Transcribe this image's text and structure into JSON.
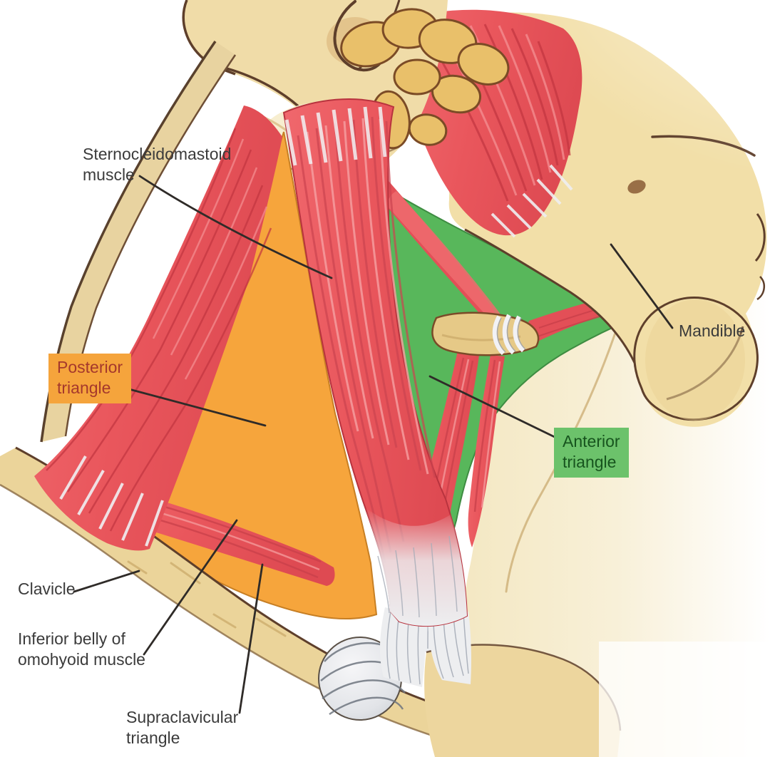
{
  "labels": {
    "sternocleidomastoid_muscle": {
      "lines": [
        "Sternocleidomastoid",
        "muscle"
      ]
    },
    "posterior_triangle": {
      "lines": [
        "Posterior",
        "triangle"
      ]
    },
    "mandible": {
      "text": "Mandible"
    },
    "anterior_triangle": {
      "lines": [
        "Anterior",
        "triangle"
      ]
    },
    "clavicle": {
      "text": "Clavicle"
    },
    "inferior_belly_omohyoid": {
      "lines": [
        "Inferior belly of",
        "omohyoid muscle"
      ]
    },
    "supraclavicular_triangle": {
      "lines": [
        "Supraclavicular",
        "triangle"
      ]
    }
  },
  "regions": {
    "posterior_triangle": {
      "color": "#F6A53C"
    },
    "anterior_triangle": {
      "color": "#58B75B"
    },
    "supraclavicular_triangle": {
      "color": "#F6A53C"
    }
  },
  "colors": {
    "orange": "#F6A53C",
    "green": "#58B75B",
    "orange_box": "#F5A43C",
    "green_box": "#6CC26B",
    "muscle_red": "#E9565C",
    "muscle_dark": "#C9404A",
    "muscle_light": "#F4989A",
    "bone_tan": "#EDD79F",
    "bone_shade": "#D9BB7F",
    "outline_brown": "#5E3F2B",
    "tendon_white": "#EDEEF0",
    "tendon_streak": "#9AA0AC",
    "label_color": "#3B3B3B",
    "posterior_text": "#A5382C",
    "anterior_text": "#17541E",
    "leader": "#2F2B28"
  }
}
